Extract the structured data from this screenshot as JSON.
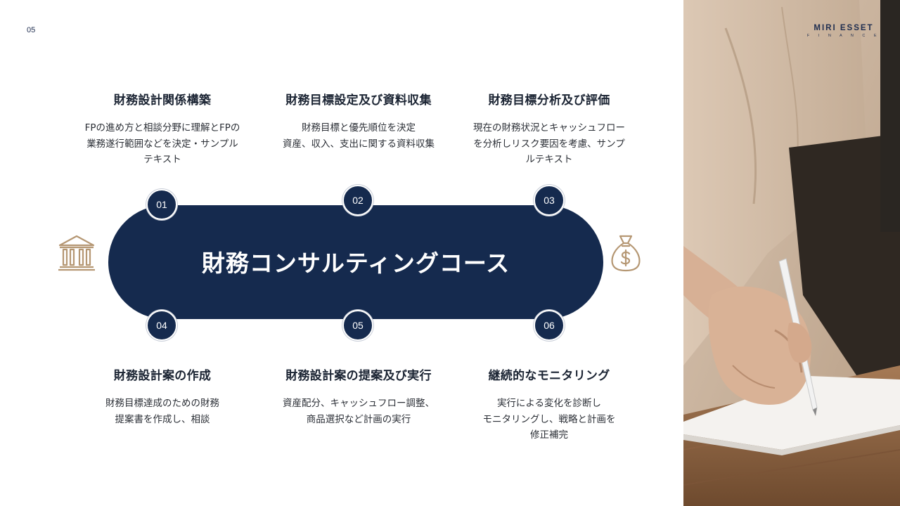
{
  "page": {
    "number": "05"
  },
  "brand": {
    "name": "MIRI ESSET",
    "sub": "F I N A N C E"
  },
  "center": {
    "title": "財務コンサルティングコース"
  },
  "icons": {
    "left": "bank-icon",
    "right": "money-bag-icon",
    "accent_color": "#b59773"
  },
  "colors": {
    "navy": "#152a4e",
    "text": "#1b2433"
  },
  "steps": [
    {
      "number": "01",
      "title": "財務設計関係構築",
      "desc": [
        "FPの進め方と相談分野に理解とFPの",
        "業務遂行範囲などを決定・サンプル",
        "テキスト"
      ]
    },
    {
      "number": "02",
      "title": "財務目標設定及び資料収集",
      "desc": [
        "財務目標と優先順位を決定",
        "資産、収入、支出に関する資料収集"
      ]
    },
    {
      "number": "03",
      "title": "財務目標分析及び評価",
      "desc": [
        "現在の財務状況とキャッシュフロー",
        "を分析しリスク要因を考慮、サンプ",
        "ルテキスト"
      ]
    },
    {
      "number": "04",
      "title": "財務設計案の作成",
      "desc": [
        "財務目標達成のための財務",
        "提案書を作成し、相談"
      ]
    },
    {
      "number": "05",
      "title": "財務設計案の提案及び実行",
      "desc": [
        "資産配分、キャッシュフロー調整、",
        "商品選択など計画の実行"
      ]
    },
    {
      "number": "06",
      "title": "継続的なモニタリング",
      "desc": [
        "実行による変化を診断し",
        "モニタリングし、戦略と計画を",
        "修正補完"
      ]
    }
  ]
}
